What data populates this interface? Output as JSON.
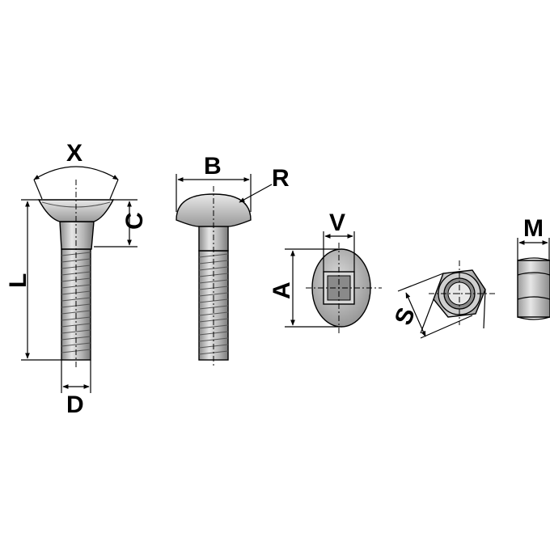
{
  "labels": {
    "X": "X",
    "C": "C",
    "L": "L",
    "D": "D",
    "B": "B",
    "R": "R",
    "V": "V",
    "A": "A",
    "S": "S",
    "M": "M"
  },
  "colors": {
    "metal_light": "#d4d4d4",
    "metal_mid": "#b0b0b0",
    "metal_dark": "#6e6e6e",
    "line": "#000000"
  }
}
